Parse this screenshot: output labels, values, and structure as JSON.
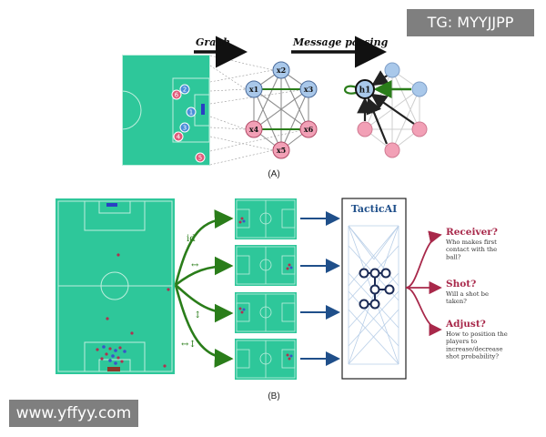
{
  "watermarks": {
    "top_right": "TG: MYYJJPP",
    "bottom_left": "www.yffyy.com"
  },
  "panel_a": {
    "caption": "(A)",
    "arrow_graph_label": "Graph",
    "arrow_message_label": "Message passing",
    "pitch_player_labels": [
      "6",
      "2",
      "1",
      "3",
      "4",
      "5"
    ],
    "graph_nodes": [
      "x2",
      "x1",
      "x3",
      "x4",
      "x6",
      "x5"
    ],
    "message_target_node": "h1"
  },
  "panel_b": {
    "caption": "(B)",
    "transform_labels": [
      "id",
      "↔",
      "↕",
      "↔↕"
    ],
    "model_title": "TacticAI",
    "outputs": [
      {
        "title": "Receiver?",
        "description": "Who makes first contact with the ball?"
      },
      {
        "title": "Shot?",
        "description": "Will a shot be taken?"
      },
      {
        "title": "Adjust?",
        "description": "How to position the players to increase/decrease shot probability?"
      }
    ]
  },
  "colors": {
    "pitch": "#2ec79a",
    "pitch_line": "#bfeede",
    "node_blue": "#a9c8ea",
    "node_pink": "#f2a0b6",
    "arrow_green": "#2a7d1a",
    "arrow_blue": "#1f4f8a",
    "arrow_red": "#a8284a",
    "output_title": "#a8284a"
  }
}
